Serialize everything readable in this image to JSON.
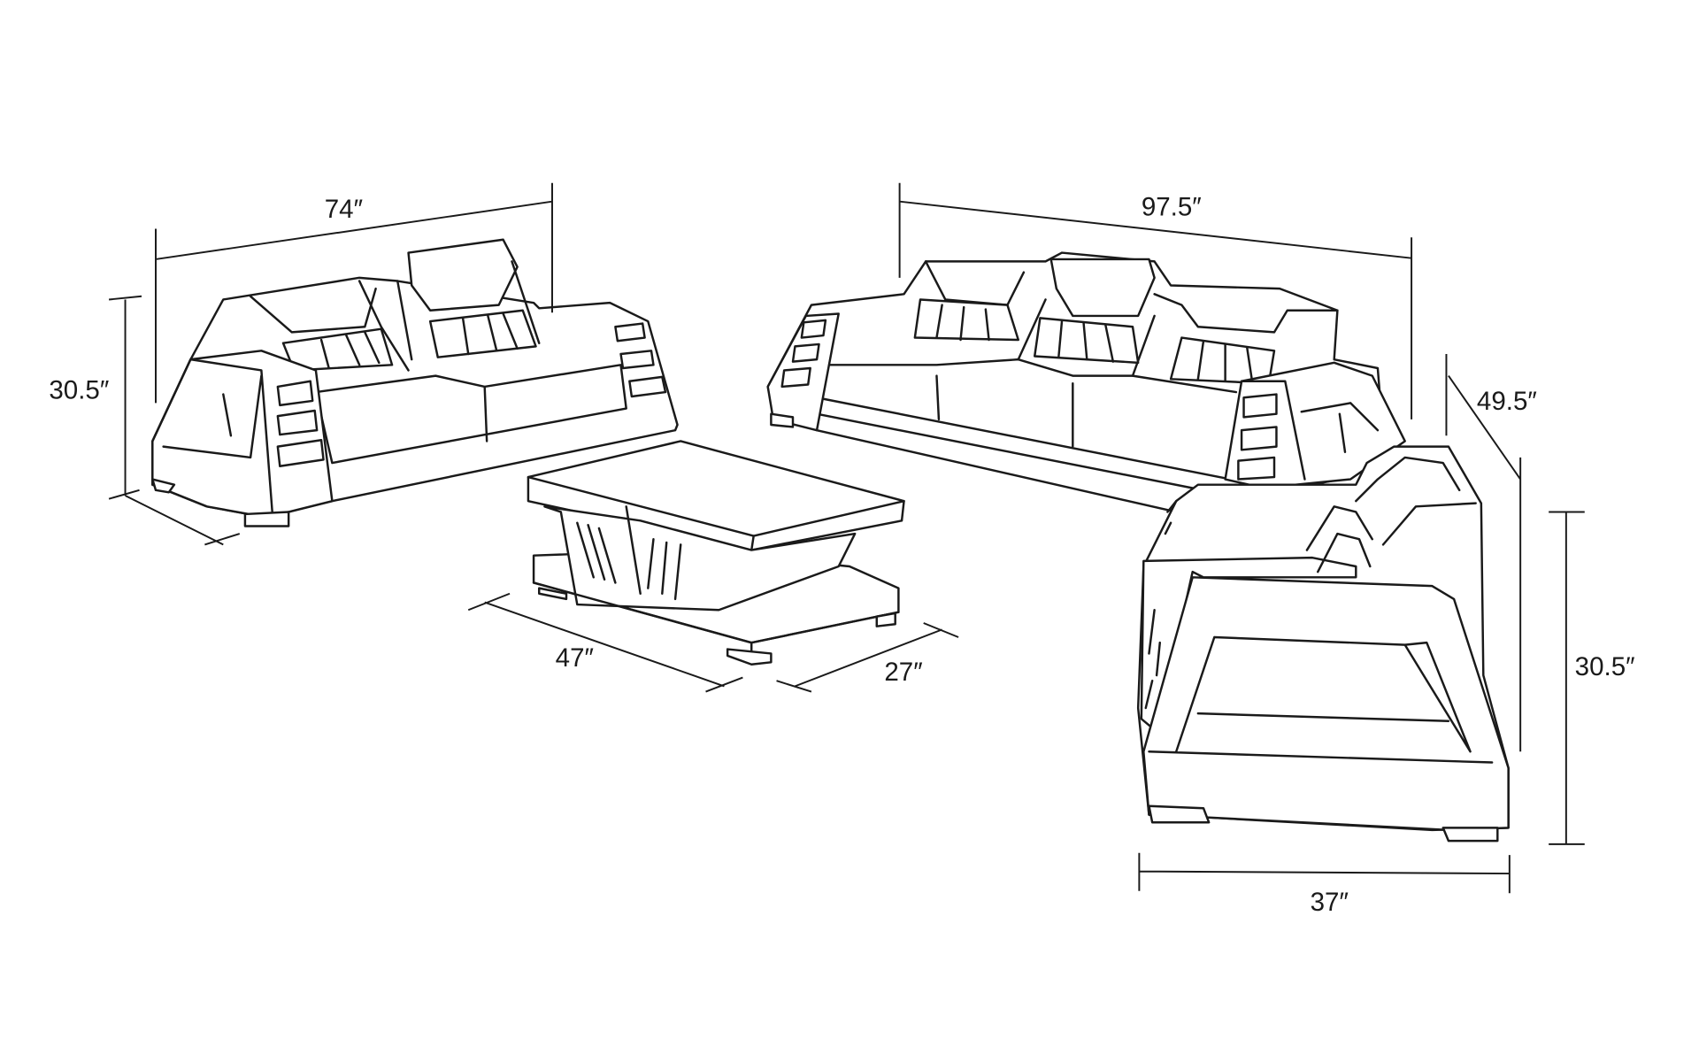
{
  "dimensions": {
    "loveseat_width": "74″",
    "loveseat_height": "30.5″",
    "sofa_width": "97.5″",
    "depth": "49.5″",
    "table_length": "47″",
    "table_width": "27″",
    "chair_height": "30.5″",
    "chair_width": "37″"
  }
}
